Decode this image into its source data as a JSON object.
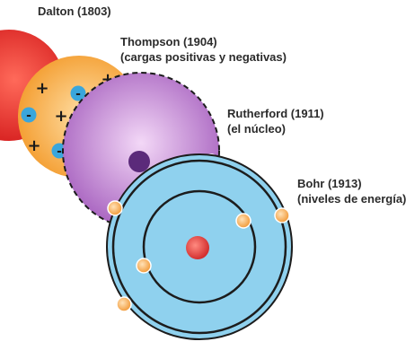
{
  "models": [
    {
      "title": "Dalton (1803)",
      "subtitle": ""
    },
    {
      "title": "Thompson (1904)",
      "subtitle": "(cargas positivas y negativas)"
    },
    {
      "title": "Rutherford (1911)",
      "subtitle": "(el núcleo)"
    },
    {
      "title": "Bohr (1913)",
      "subtitle": "(niveles de energía)"
    }
  ],
  "symbols": {
    "plus": "+",
    "minus": "-"
  },
  "colors": {
    "dalton": "#e8322f",
    "thompson": "#f5a436",
    "rutherford": "#b878c8",
    "bohr": "#8fd1ee",
    "electron": "#f5a85a",
    "electron_blue": "#3aa6dc",
    "nucleus_bohr": "#e53935",
    "nucleus_rutherford": "#5b2a7a",
    "outline": "#1c1c1c",
    "label_text": "#2b2b2b"
  }
}
